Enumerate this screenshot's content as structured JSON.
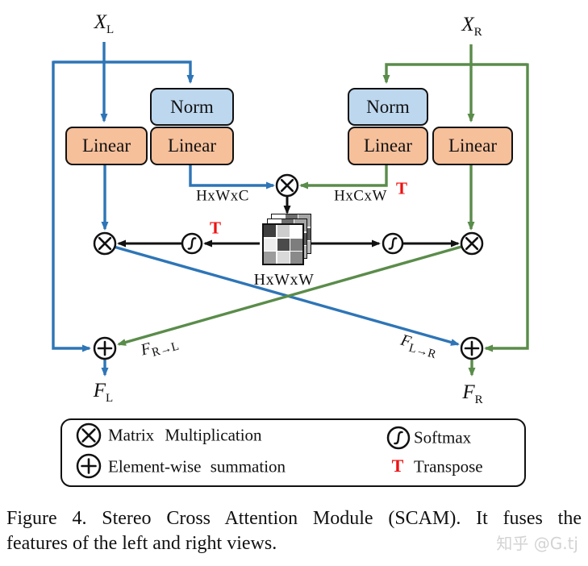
{
  "diagram": {
    "inputs": {
      "left": {
        "main": "X",
        "sub": "L"
      },
      "right": {
        "main": "X",
        "sub": "R"
      }
    },
    "outputs": {
      "left": {
        "main": "F",
        "sub": "L"
      },
      "right": {
        "main": "F",
        "sub": "R"
      }
    },
    "boxes": {
      "norm": "Norm",
      "linear": "Linear"
    },
    "edge_labels": {
      "left_proj": "HxWxC",
      "right_proj": "HxCxW",
      "attention_map": "HxWxW",
      "transpose": "T"
    },
    "fusion": {
      "r_to_l": {
        "main": "F",
        "sub": "R→L"
      },
      "l_to_r": {
        "main": "F",
        "sub": "L→R"
      }
    },
    "colors": {
      "left_stream": "#2E75B6",
      "right_stream": "#5A8C4A",
      "transpose_red": "#EE1111",
      "norm_fill": "#BDD7EE",
      "linear_fill": "#F6C09B",
      "wire_black": "#111111"
    },
    "matrix": {
      "front": [
        "#3f3f3f",
        "#cdcdcd",
        "#ffffff",
        "#ededed",
        "#4b4b4b",
        "#7d7d7d",
        "#9c9c9c",
        "#d9d9d9",
        "#8a8a8a"
      ],
      "back": [
        "#ffffff",
        "#6f6f6f",
        "#a5a5a5",
        "#c4c4c4",
        "#8a8a8a",
        "#5c5c5c",
        "#e3e3e3",
        "#969696",
        "#b8b8b8"
      ]
    }
  },
  "legend": {
    "items": [
      {
        "symbol": "matmul-icon",
        "label": "Matrix Multiplication"
      },
      {
        "symbol": "sum-icon",
        "label": "Element-wise summation"
      },
      {
        "symbol": "softmax-icon",
        "label": "Softmax"
      },
      {
        "symbol": "transpose-icon",
        "label": "Transpose",
        "symbol_text": "T"
      }
    ]
  },
  "caption": {
    "line1": "Figure 4.  Stereo Cross Attention Module (SCAM). It fuses the",
    "line2": "features of the left and right views."
  },
  "watermark": "知乎 @G.tj"
}
